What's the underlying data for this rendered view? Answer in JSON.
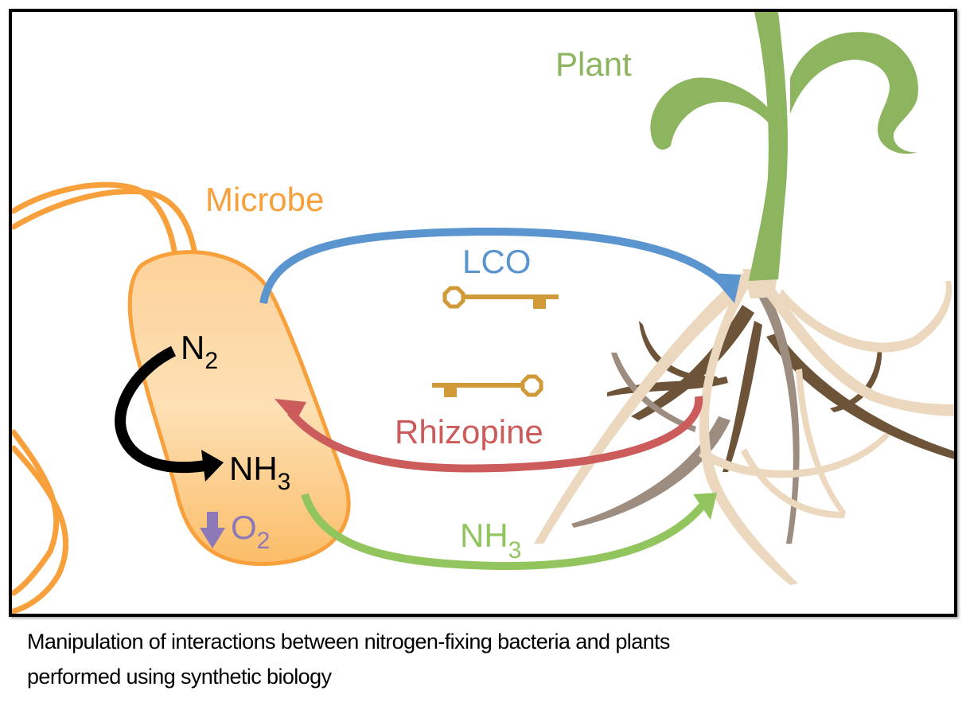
{
  "labels": {
    "microbe": "Microbe",
    "plant": "Plant",
    "lco": "LCO",
    "rhizopine": "Rhizopine",
    "n2_base": "N",
    "n2_sub": "2",
    "nh3_inside_base": "NH",
    "nh3_inside_sub": "3",
    "o2_base": "O",
    "o2_sub": "2",
    "nh3_transfer_base": "NH",
    "nh3_transfer_sub": "3"
  },
  "caption": {
    "line1": "Manipulation of interactions between nitrogen-fixing bacteria and plants",
    "line2": "performed using synthetic biology"
  },
  "colors": {
    "microbe_orange": "#f7a03c",
    "microbe_fill": "#fdd9a4",
    "lco_blue": "#5b95d0",
    "rhizopine_red": "#cc5c5c",
    "nh3_green": "#93c55f",
    "plant_green": "#8db45e",
    "key_gold": "#d19a38",
    "o2_purple": "#8d78b8",
    "root_tan": "#ecd8bf",
    "root_dark": "#6d5438",
    "root_gray": "#9d8c80"
  },
  "icons": [
    "microbe-cell",
    "flagellum",
    "conversion-arrow",
    "lco-arrow",
    "rhizopine-arrow",
    "nh3-arrow",
    "key-icon",
    "down-arrow-icon",
    "plant-seedling",
    "roots"
  ]
}
